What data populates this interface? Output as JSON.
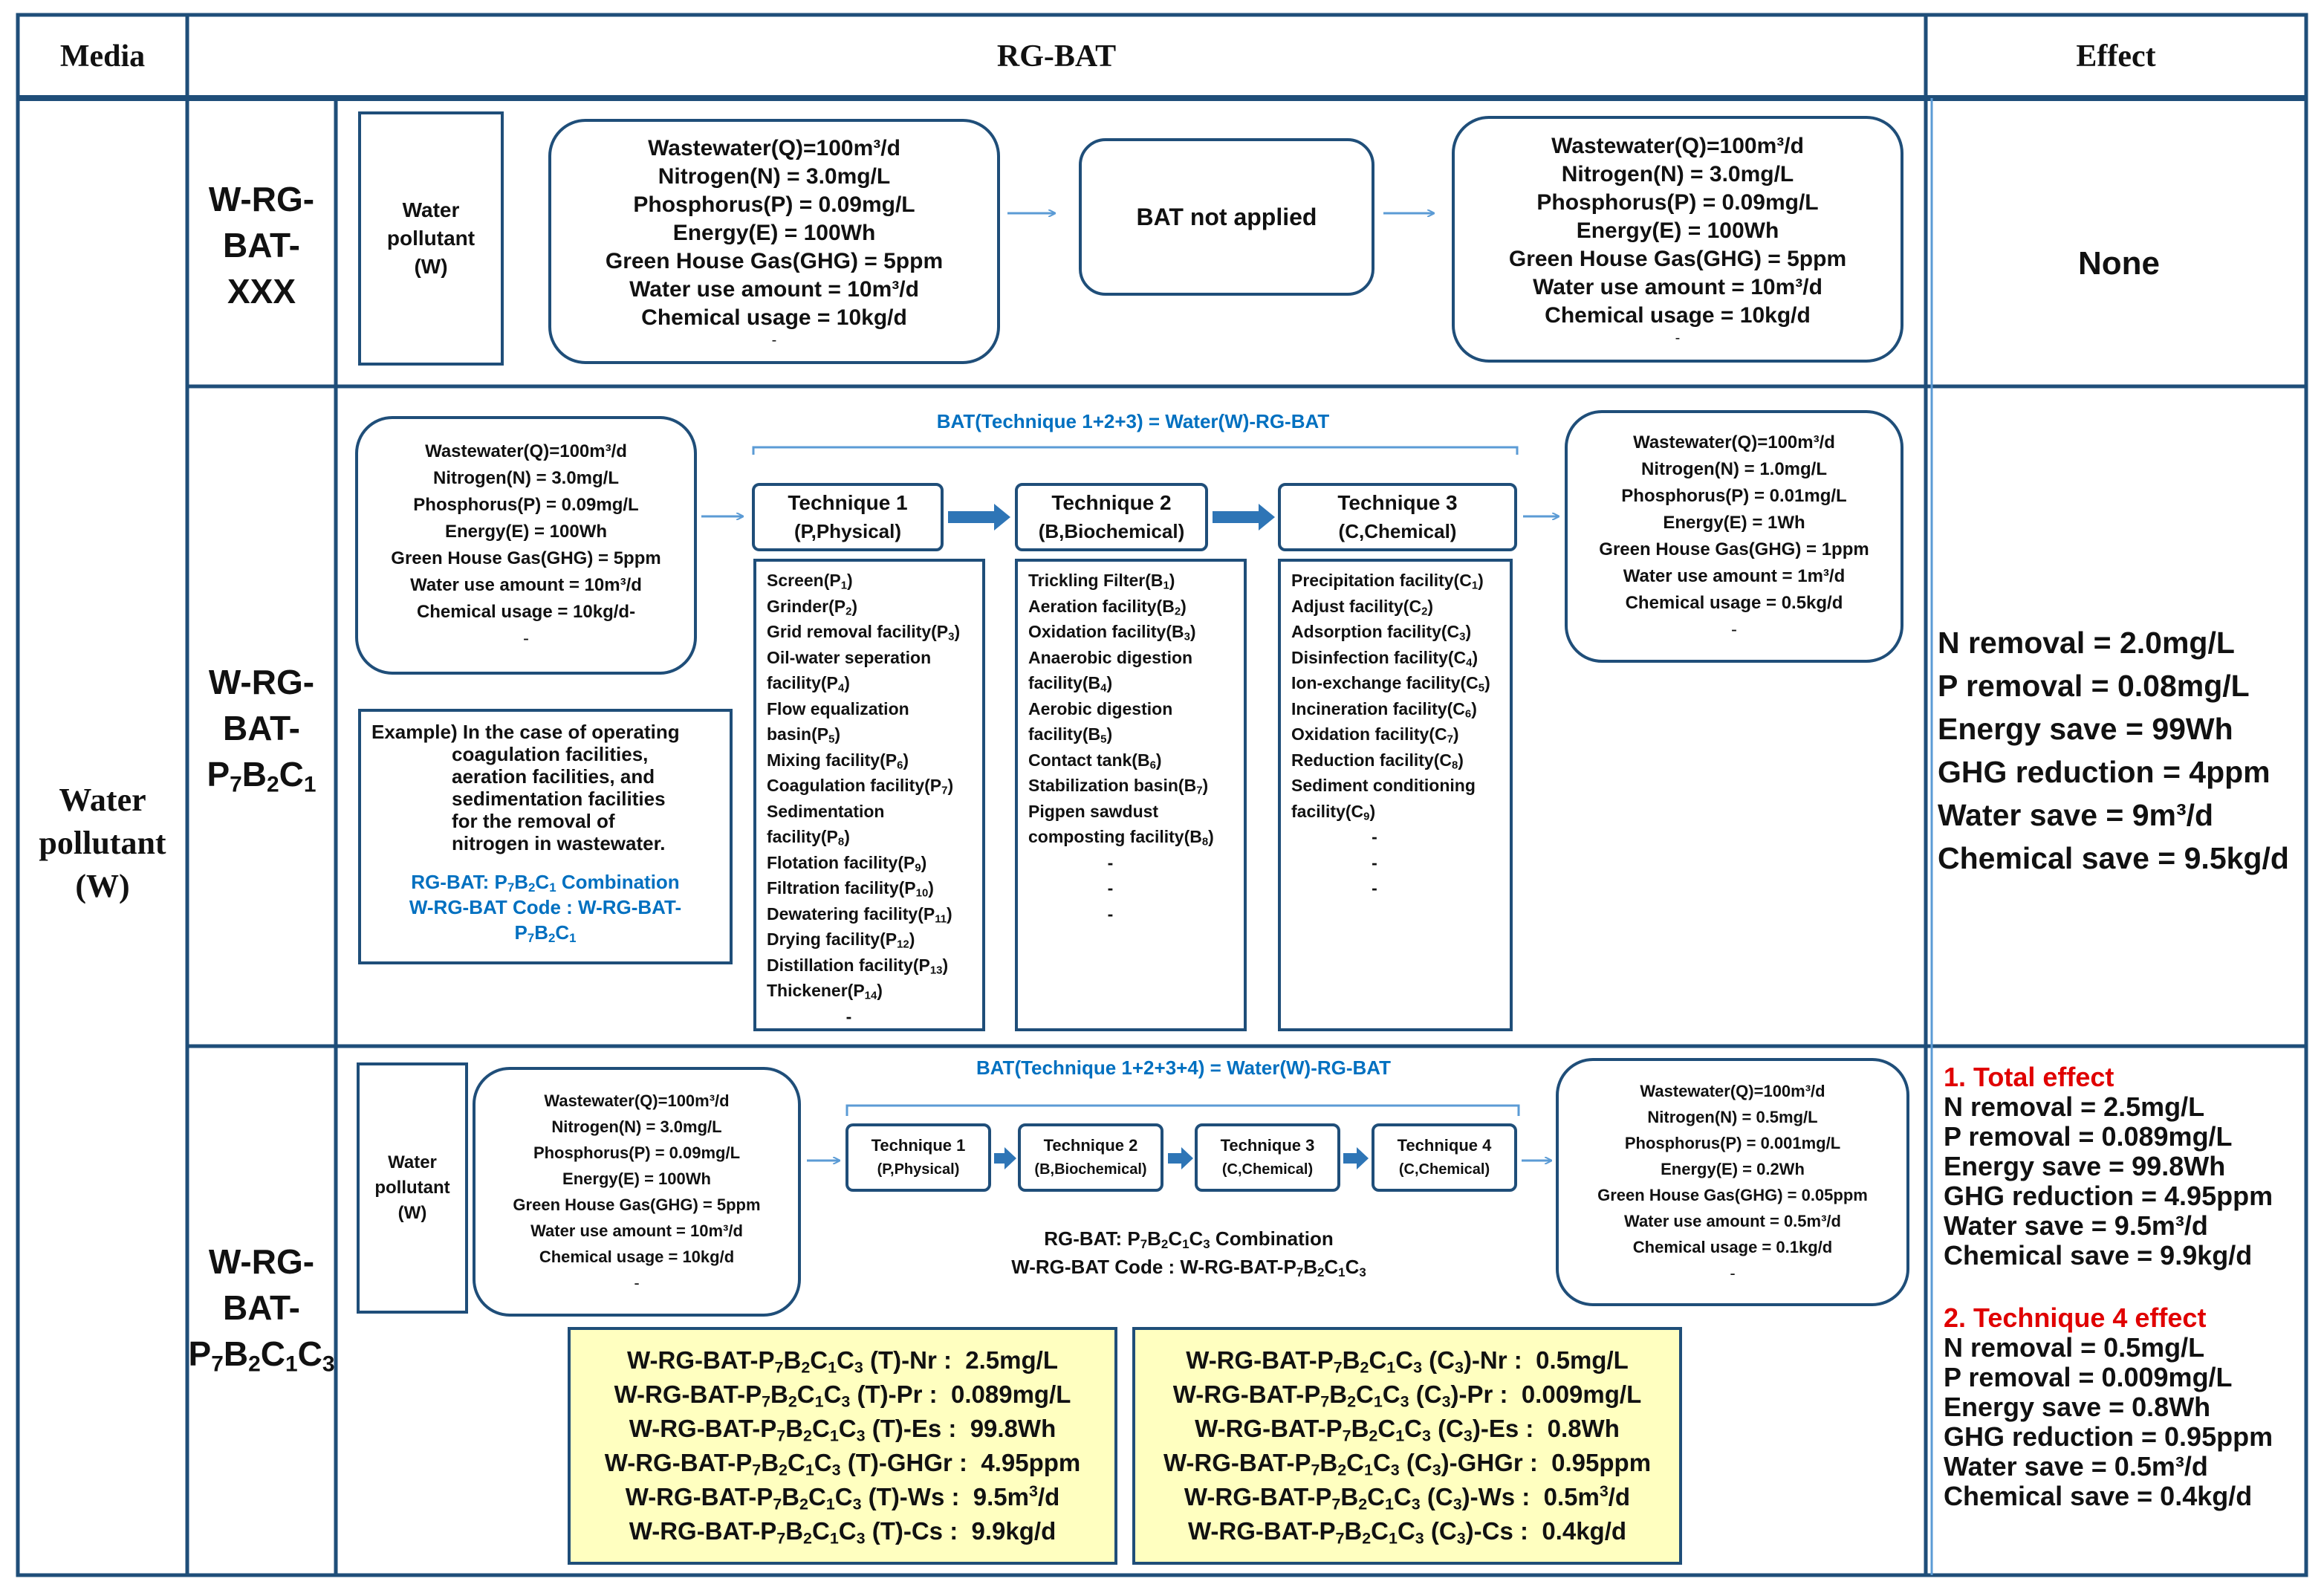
{
  "headers": {
    "media": "Media",
    "rgbat": "RG-BAT",
    "effect": "Effect"
  },
  "media_label": "Water pollutant (W)",
  "row1": {
    "code": "W-RG-BAT-XXX",
    "pollutant_box": "Water pollutant (W)",
    "input": [
      "Wastewater(Q)=100m³/d",
      "Nitrogen(N) = 3.0mg/L",
      "Phosphorus(P) = 0.09mg/L",
      "Energy(E) = 100Wh",
      "Green House Gas(GHG) = 5ppm",
      "Water use amount = 10m³/d",
      "Chemical usage = 10kg/d",
      "-"
    ],
    "middle": "BAT not applied",
    "output": [
      "Wastewater(Q)=100m³/d",
      "Nitrogen(N) = 3.0mg/L",
      "Phosphorus(P) = 0.09mg/L",
      "Energy(E) = 100Wh",
      "Green House Gas(GHG) = 5ppm",
      "Water use amount = 10m³/d",
      "Chemical usage = 10kg/d",
      "-"
    ],
    "effect": "None"
  },
  "row2": {
    "code": "W-RG-BAT-P7B2C1",
    "bracket_label": "BAT(Technique 1+2+3) = Water(W)-RG-BAT",
    "input": [
      "Wastewater(Q)=100m³/d",
      "Nitrogen(N) = 3.0mg/L",
      "Phosphorus(P) = 0.09mg/L",
      "Energy(E) = 100Wh",
      "Green House Gas(GHG) = 5ppm",
      "Water use amount = 10m³/d",
      "Chemical usage = 10kg/d-",
      "-"
    ],
    "techniques": [
      {
        "name": "Technique 1",
        "sub": "(P,Physical)"
      },
      {
        "name": "Technique 2",
        "sub": "(B,Biochemical)"
      },
      {
        "name": "Technique 3",
        "sub": "(C,Chemical)"
      }
    ],
    "list_p": [
      "Screen(P1)",
      "Grinder(P2)",
      "Grid removal facility(P3)",
      "Oil-water seperation",
      "facility(P4)",
      "Flow equalization",
      "basin(P5)",
      "Mixing facility(P6)",
      "Coagulation facility(P7)",
      "Sedimentation",
      "facility(P8)",
      "Flotation facility(P9)",
      "Filtration facility(P10)",
      "Dewatering facility(P11)",
      "Drying facility(P12)",
      "Distillation facility(P13)",
      "Thickener(P14)",
      "-"
    ],
    "list_b": [
      "Trickling Filter(B1)",
      "Aeration facility(B2)",
      "Oxidation facility(B3)",
      "Anaerobic digestion",
      "facility(B4)",
      "Aerobic digestion",
      "facility(B5)",
      "Contact tank(B6)",
      "Stabilization basin(B7)",
      "Pigpen sawdust",
      "composting facility(B8)",
      "-",
      "-",
      "-"
    ],
    "list_c": [
      "Precipitation facility(C1)",
      "Adjust facility(C2)",
      "Adsorption facility(C3)",
      "Disinfection facility(C4)",
      "Ion-exchange facility(C5)",
      "Incineration facility(C6)",
      "Oxidation facility(C7)",
      "Reduction facility(C8)",
      "Sediment conditioning",
      "facility(C9)",
      "-",
      "-",
      "-"
    ],
    "example_lines": [
      "Example) In the case of operating",
      "coagulation facilities,",
      "aeration facilities, and",
      "sedimentation facilities",
      "for the removal of",
      "nitrogen in wastewater."
    ],
    "example_combo": "RG-BAT: P7B2C1 Combination",
    "example_code": "W-RG-BAT Code : W-RG-BAT-P7B2C1",
    "output": [
      "Wastewater(Q)=100m³/d",
      "Nitrogen(N) = 1.0mg/L",
      "Phosphorus(P) = 0.01mg/L",
      "Energy(E) = 1Wh",
      "Green House Gas(GHG) = 1ppm",
      "Water use amount = 1m³/d",
      "Chemical usage = 0.5kg/d",
      "-"
    ],
    "effects": [
      "N removal = 2.0mg/L",
      "P removal = 0.08mg/L",
      "Energy save = 99Wh",
      "GHG reduction = 4ppm",
      "Water save = 9m³/d",
      "Chemical save = 9.5kg/d"
    ]
  },
  "row3": {
    "code": "W-RG-BAT-P7B2C1C3",
    "pollutant_box": "Water pollutant (W)",
    "bracket_label": "BAT(Technique 1+2+3+4) = Water(W)-RG-BAT",
    "input": [
      "Wastewater(Q)=100m³/d",
      "Nitrogen(N) = 3.0mg/L",
      "Phosphorus(P) = 0.09mg/L",
      "Energy(E) = 100Wh",
      "Green House Gas(GHG) = 5ppm",
      "Water use amount = 10m³/d",
      "Chemical usage = 10kg/d",
      "-"
    ],
    "techniques": [
      {
        "name": "Technique 1",
        "sub": "(P,Physical)"
      },
      {
        "name": "Technique 2",
        "sub": "(B,Biochemical)"
      },
      {
        "name": "Technique 3",
        "sub": "(C,Chemical)"
      },
      {
        "name": "Technique 4",
        "sub": "(C,Chemical)"
      }
    ],
    "combo": "RG-BAT: P7B2C1C3 Combination",
    "code_line": "W-RG-BAT Code : W-RG-BAT-P7B2C1C3",
    "output": [
      "Wastewater(Q)=100m³/d",
      "Nitrogen(N) = 0.5mg/L",
      "Phosphorus(P) = 0.001mg/L",
      "Energy(E) = 0.2Wh",
      "Green House Gas(GHG) = 0.05ppm",
      "Water use amount = 0.5m³/d",
      "Chemical usage = 0.1kg/d",
      "-"
    ],
    "yellow_total": [
      "W-RG-BAT-P7B2C1C3 (T)-Nr :  2.5mg/L",
      "W-RG-BAT-P7B2C1C3 (T)-Pr :  0.089mg/L",
      "W-RG-BAT-P7B2C1C3 (T)-Es :  99.8Wh",
      "W-RG-BAT-P7B2C1C3 (T)-GHGr :  4.95ppm",
      "W-RG-BAT-P7B2C1C3 (T)-Ws :  9.5m³/d",
      "W-RG-BAT-P7B2C1C3 (T)-Cs :  9.9kg/d"
    ],
    "yellow_c3": [
      "W-RG-BAT-P7B2C1C3 (C3)-Nr :  0.5mg/L",
      "W-RG-BAT-P7B2C1C3 (C3)-Pr :  0.009mg/L",
      "W-RG-BAT-P7B2C1C3 (C3)-Es :  0.8Wh",
      "W-RG-BAT-P7B2C1C3 (C3)-GHGr :  0.95ppm",
      "W-RG-BAT-P7B2C1C3 (C3)-Ws :  0.5m³/d",
      "W-RG-BAT-P7B2C1C3 (C3)-Cs :  0.4kg/d"
    ],
    "effect_total_title": "1. Total effect",
    "effect_total": [
      "N removal = 2.5mg/L",
      "P removal = 0.089mg/L",
      "Energy save = 99.8Wh",
      "GHG reduction = 4.95ppm",
      "Water save = 9.5m³/d",
      "Chemical save = 9.9kg/d"
    ],
    "effect_t4_title": "2. Technique 4 effect",
    "effect_t4": [
      "N removal = 0.5mg/L",
      "P removal = 0.009mg/L",
      "Energy save = 0.8Wh",
      "GHG reduction = 0.95ppm",
      "Water save = 0.5m³/d",
      "Chemical save = 0.4kg/d"
    ]
  },
  "colors": {
    "border": "#1f4e79",
    "arrow_light": "#5b9bd5",
    "arrow_dark": "#2e75b6",
    "highlight_blue": "#0070c0",
    "red": "#e00000",
    "yellow": "#ffffc0"
  }
}
